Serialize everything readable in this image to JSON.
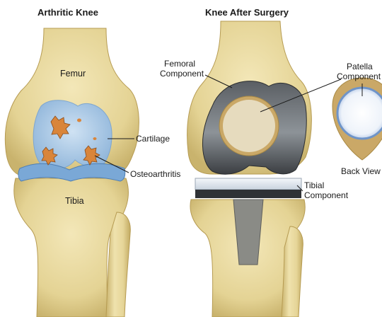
{
  "titles": {
    "left": "Arthritic Knee",
    "right": "Knee After Surgery"
  },
  "labels": {
    "femur": "Femur",
    "tibia": "Tibia",
    "cartilage": "Cartilage",
    "osteoarthritis": "Osteoarthritis",
    "femoral_component": [
      "Femoral",
      "Component"
    ],
    "patella_component": [
      "Patella",
      "Component"
    ],
    "back_view": "Back View",
    "tibial_component": [
      "Tibial",
      "Component"
    ]
  },
  "colors": {
    "bone": "#e7d79b",
    "bone_shadow": "#c8b26a",
    "cartilage": "#9fc3e3",
    "meniscus": "#6e9fd0",
    "lesion": "#d98a3a",
    "metal_dark": "#3f4246",
    "metal_light": "#9aa0a6",
    "poly": "#dfe6ee",
    "patella_back": "#6f94c8"
  }
}
